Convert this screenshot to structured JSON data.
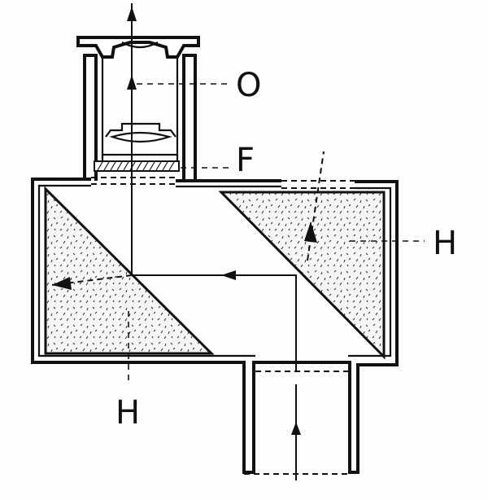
{
  "labels": {
    "objective": "O",
    "filter": "F",
    "prism_right": "H",
    "prism_left": "H"
  },
  "colors": {
    "ink": "#111111",
    "paper": "#fdfdfc"
  }
}
